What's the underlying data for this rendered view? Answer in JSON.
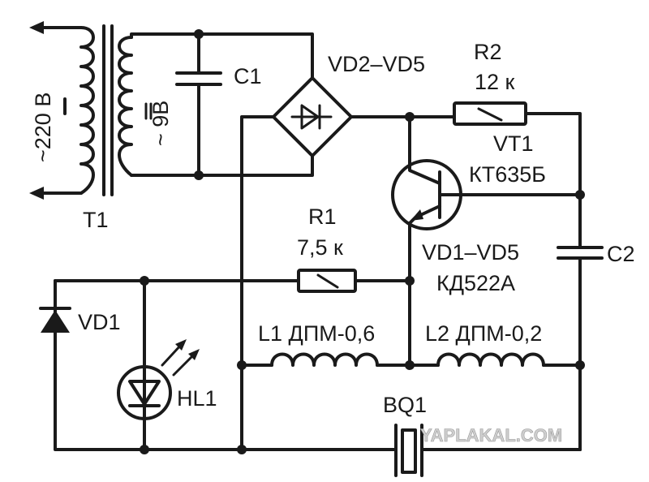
{
  "labels": {
    "mains": "~220 В",
    "transformer": "T1",
    "secondary": "~ 9В",
    "c1": "C1",
    "bridge": "VD2–VD5",
    "r2_name": "R2",
    "r2_value": "12 к",
    "vt1_name": "VT1",
    "vt1_type": "КТ635Б",
    "r1_name": "R1",
    "r1_value": "7,5 к",
    "diodes_range": "VD1–VD5",
    "diodes_type": "КД522А",
    "c2": "C2",
    "vd1": "VD1",
    "hl1": "HL1",
    "l1": "L1 ДПМ-0,6",
    "l2": "L2 ДПМ-0,2",
    "bq1": "BQ1"
  },
  "watermark": "YAPLAKAL.COM"
}
